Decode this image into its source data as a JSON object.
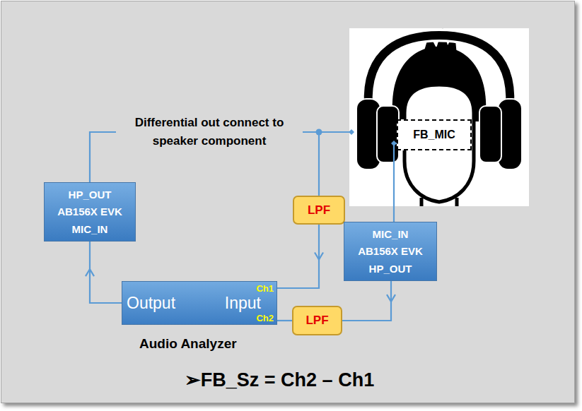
{
  "diagram": {
    "caption": "➢FB_Sz = Ch2 – Ch1",
    "nodes": [
      {
        "text": [
          "HP_OUT",
          "AB156X EVK",
          "MIC_IN"
        ]
      },
      {
        "text": [
          "LPF"
        ]
      },
      {
        "text": [
          "MIC_IN",
          "AB156X EVK",
          "HP_OUT"
        ]
      },
      {
        "text": [
          "Output",
          "Input",
          "Ch1",
          "Ch2",
          "Audio Analyzer"
        ]
      },
      {
        "text": [
          "LPF"
        ]
      },
      {
        "text": [
          "FB_MIC"
        ]
      }
    ],
    "edges": [
      {
        "from": 3,
        "to": 0,
        "arrow": "to"
      },
      {
        "from": 0,
        "to": 1,
        "label": "Differential out connect to speaker component",
        "arrow": "none"
      },
      {
        "from": 1,
        "to": 3,
        "arrow": "to"
      },
      {
        "from": 5,
        "to": 2,
        "arrow": "none"
      },
      {
        "from": 2,
        "to": 4,
        "arrow": "to"
      },
      {
        "from": 4,
        "to": 3,
        "arrow": "none"
      }
    ]
  }
}
